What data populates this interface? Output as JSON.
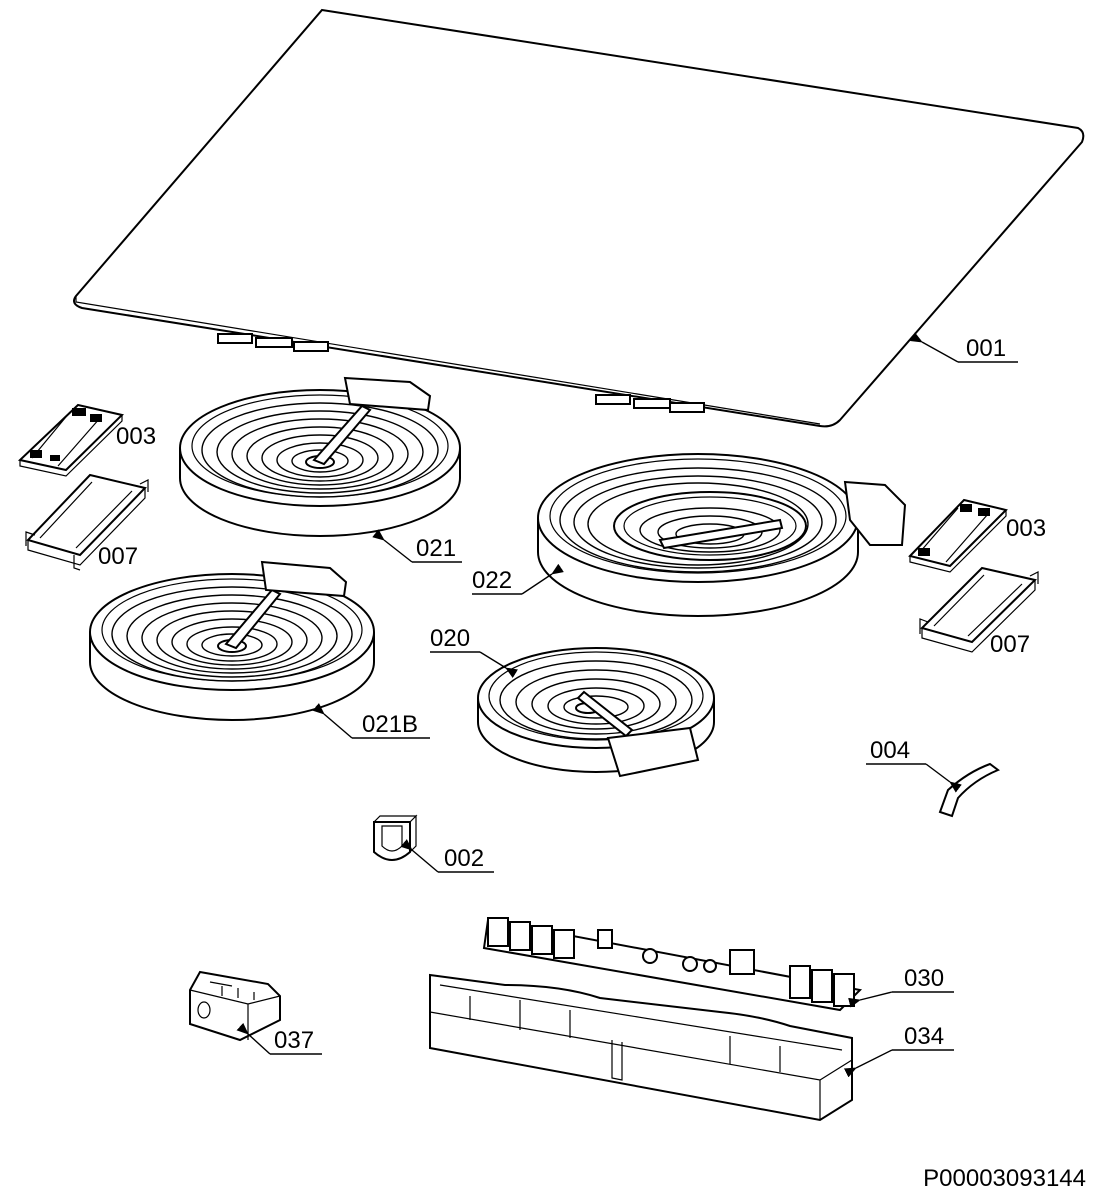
{
  "labels": {
    "p001": "001",
    "p003a": "003",
    "p007a": "007",
    "p021": "021",
    "p022": "022",
    "p003b": "003",
    "p007b": "007",
    "p020": "020",
    "p021b": "021B",
    "p004": "004",
    "p002": "002",
    "p030": "030",
    "p034": "034",
    "p037": "037"
  },
  "drawing_code": "P00003093144"
}
